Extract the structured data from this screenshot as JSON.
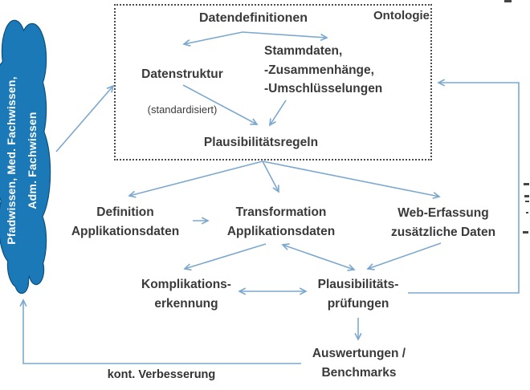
{
  "diagram": {
    "ontology_box": {
      "label": "Ontologie",
      "datendefinitionen": "Datendefinitionen",
      "datenstruktur_title": "Datenstruktur",
      "datenstruktur_sub": "(standardisiert)",
      "stammdaten": "Stammdaten,\n-Zusammenhänge,\n-Umschlüsselungen",
      "plausibilitaetsregeln": "Plausibilitätsregeln"
    },
    "cloud": {
      "line1": "Pfadwissen, Med. Fachwissen,",
      "line2": "Adm. Fachwissen"
    },
    "nodes": {
      "definition": "Definition\nApplikationsdaten",
      "transformation": "Transformation\nApplikationsdaten",
      "web_erfassung": "Web-Erfassung\nzusätzliche Daten",
      "komplikation": "Komplikations-\nerkennung",
      "plausibilitaetspruefungen": "Plausibilitäts-\nprüfungen",
      "auswertungen": "Auswertungen /\nBenchmarks"
    },
    "labels": {
      "kont_verbesserung": "kont. Verbesserung"
    }
  },
  "colors": {
    "arrow_color": "#7ba8cf",
    "text_color": "#3a3a3a",
    "cloud_fill": "#1b79b8",
    "cloud_stroke": "#0e5180",
    "box_border": "#4a4a4a"
  }
}
